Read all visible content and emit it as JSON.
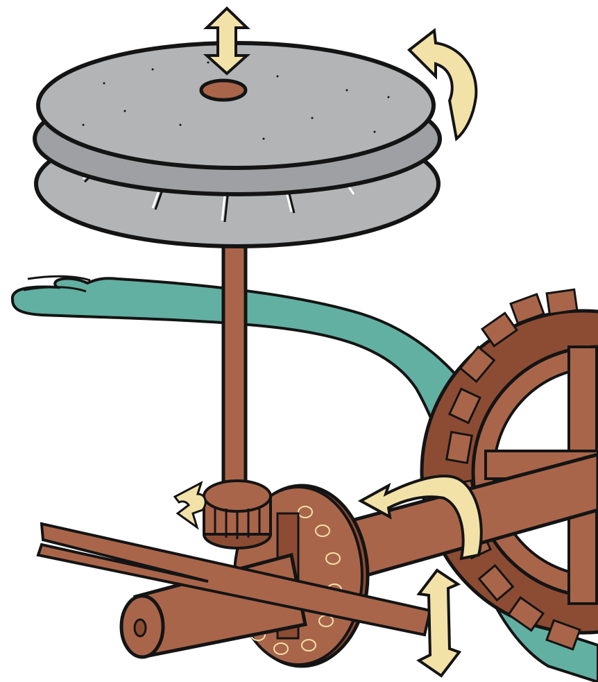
{
  "illustration": {
    "subject": "watermill-gear-mechanism",
    "parts": [
      "upper-millstone",
      "lower-millstone",
      "vertical-spindle",
      "lantern-pinion",
      "pit-wheel",
      "water-wheel",
      "horizontal-axle",
      "lever-beam",
      "water-stream"
    ],
    "motion_indicators": [
      "vertical-double-arrow",
      "rotation-arrow"
    ]
  },
  "colors": {
    "stone": "#b2b4b6",
    "wood": "#a9654a",
    "water": "#62b0a2",
    "arrow": "#f2e2a8",
    "outline": "#141414",
    "background": "#ffffff"
  }
}
